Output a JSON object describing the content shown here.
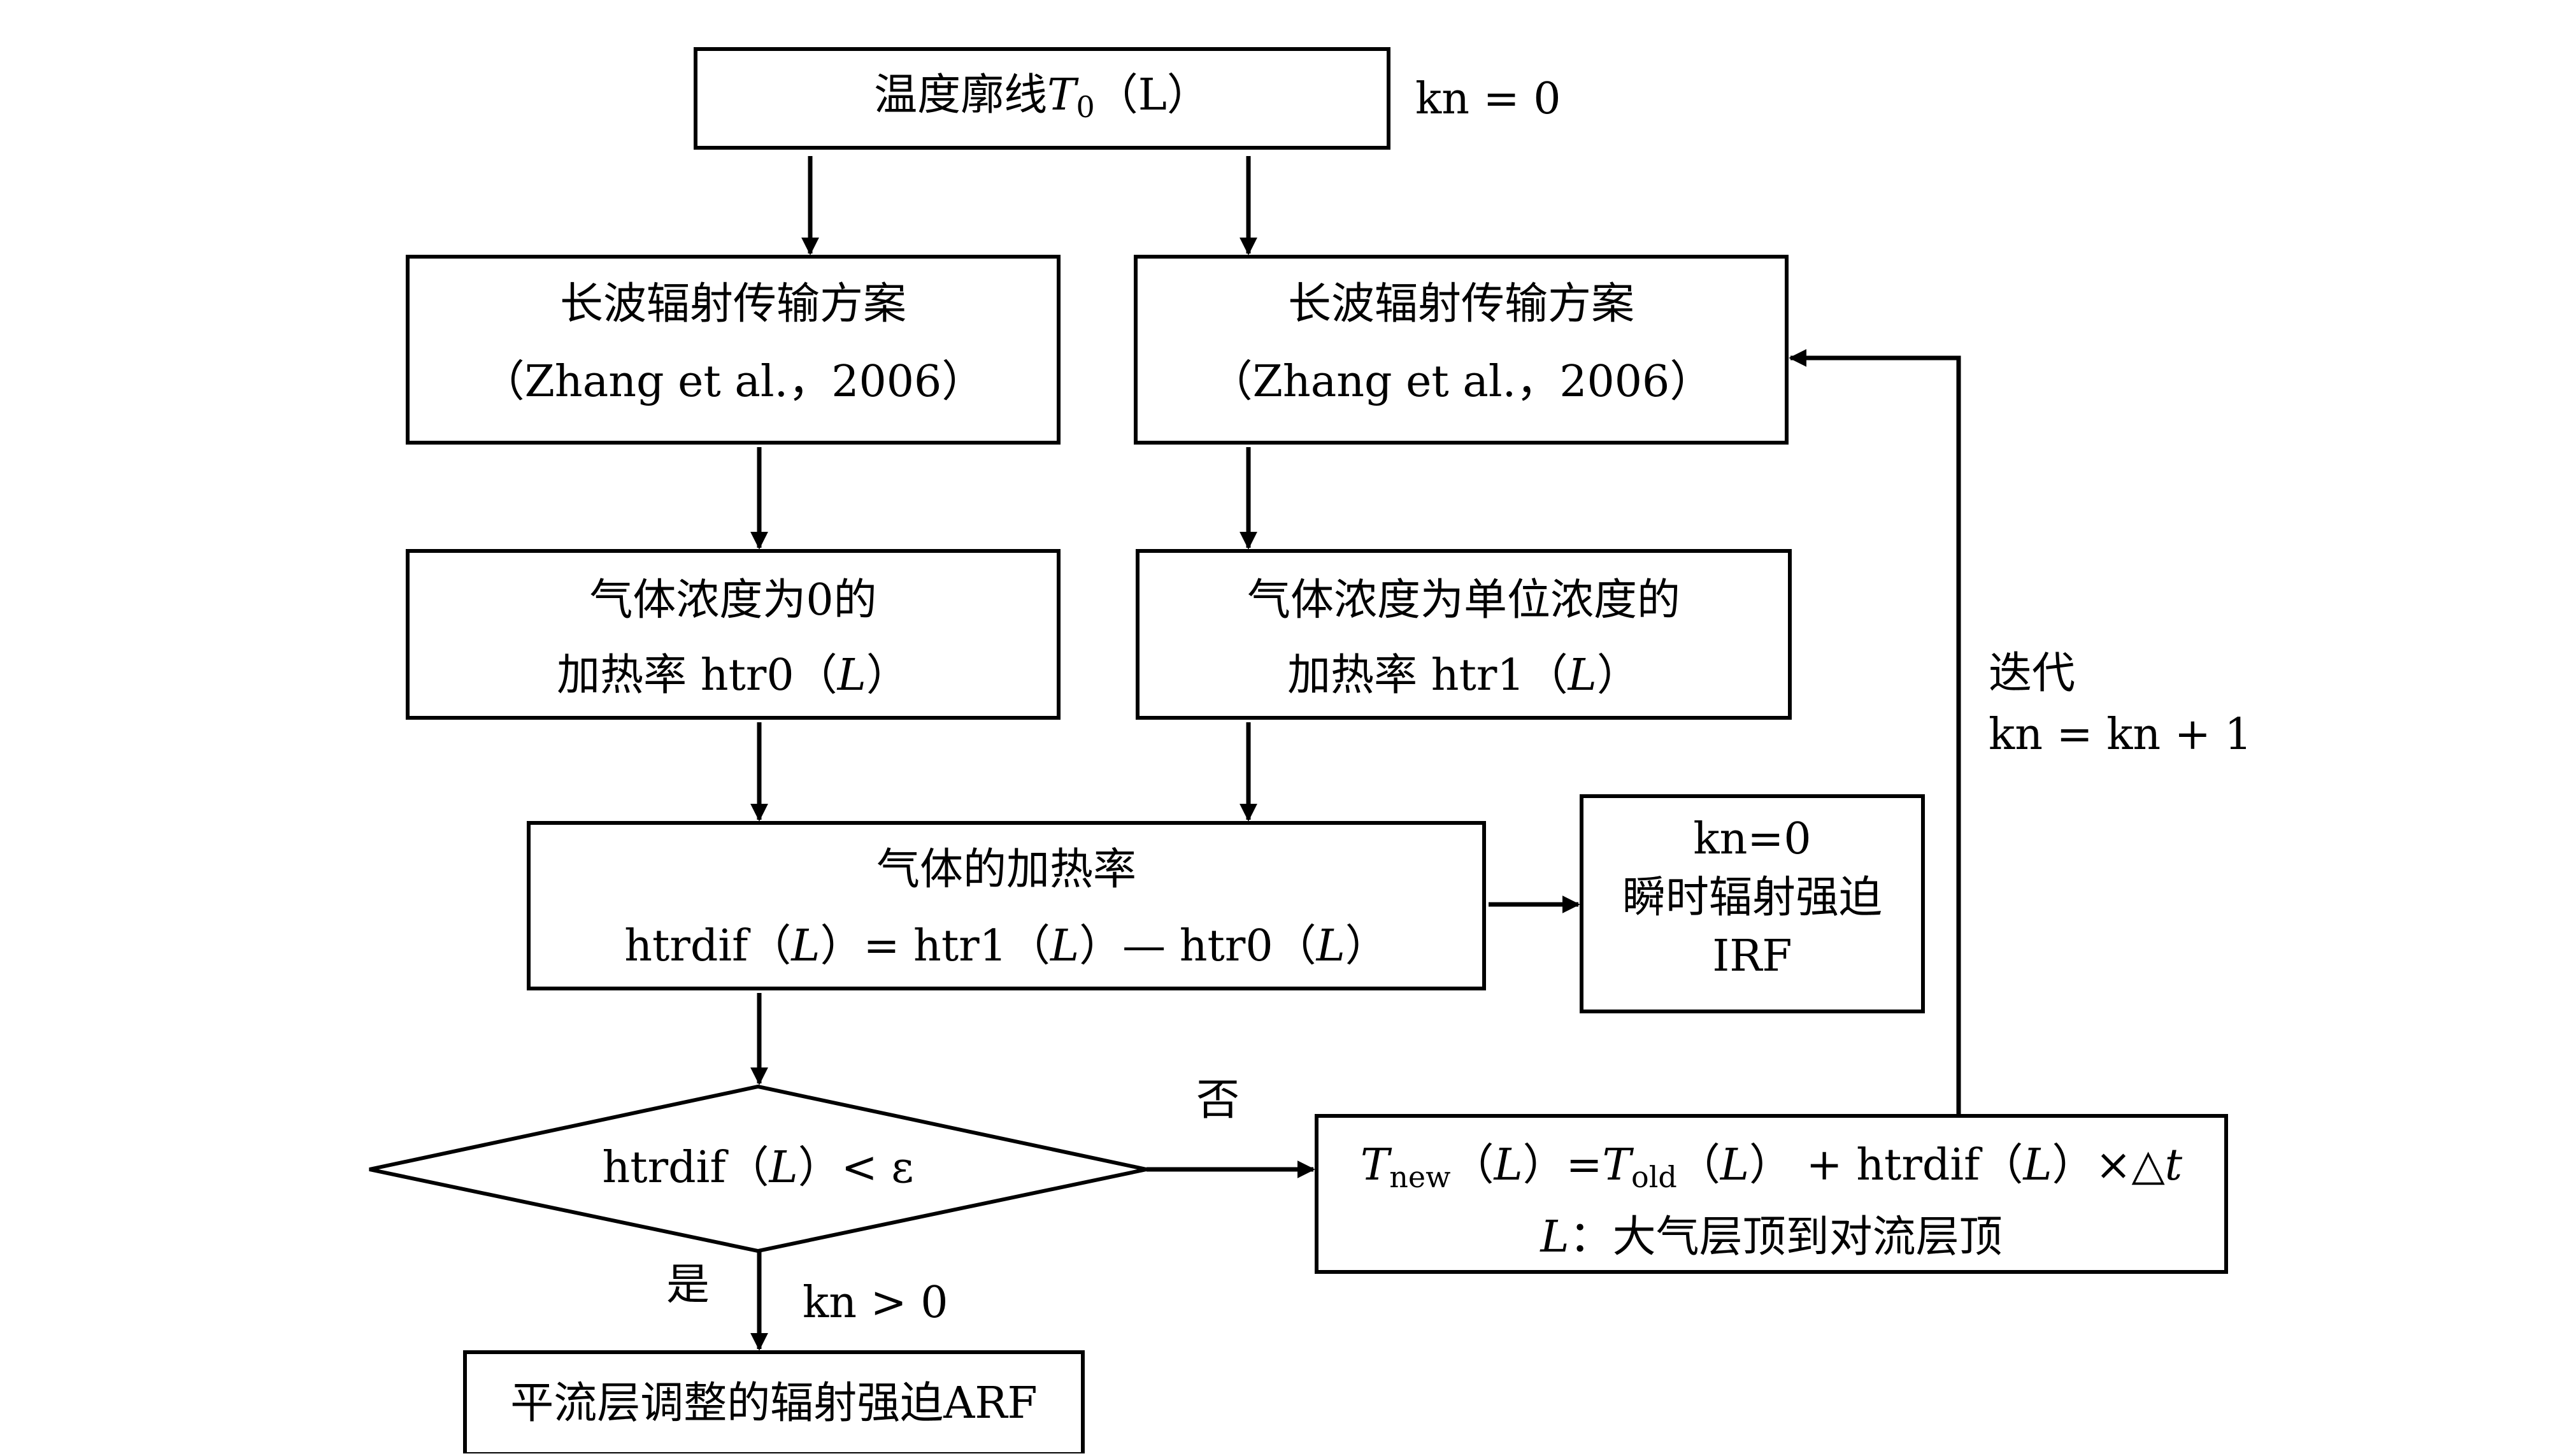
{
  "nodes": {
    "temp_profile": {
      "text": "温度廓线",
      "var": "T",
      "sub": "0",
      "arg": "（L）"
    },
    "kn0_start": "kn = 0",
    "lw_left": {
      "line1": "长波辐射传输方案",
      "line2": "（Zhang et al.，2006）"
    },
    "lw_right": {
      "line1": "长波辐射传输方案",
      "line2": "（Zhang et al.，2006）"
    },
    "heat0": {
      "line1": "气体浓度为0的",
      "line2_a": "加热率  htr0（",
      "line2_L": "L",
      "line2_b": "）"
    },
    "heat1": {
      "line1": "气体浓度为单位浓度的",
      "line2_a": "加热率  htr1（",
      "line2_L": "L",
      "line2_b": "）"
    },
    "gas_heat": {
      "line1": "气体的加热率",
      "p1": "htrdif（",
      "L1": "L",
      "p2": "）= htr1（",
      "L2": "L",
      "p3": "）— htr0（",
      "L3": "L",
      "p4": "）"
    },
    "irf": {
      "line1": "kn=0",
      "line2": "瞬时辐射强迫",
      "line3": "IRF"
    },
    "decision": {
      "p1": "htrdif（",
      "L": "L",
      "p2": "）< ε"
    },
    "no_label": "否",
    "yes_label": "是",
    "kn_gt0": "kn > 0",
    "update": {
      "T1": "T",
      "T1_sub": "new",
      "a1": "（",
      "L1": "L",
      "a2": "）=",
      "T2": "T",
      "T2_sub": "old",
      "a3": "（",
      "L2": "L",
      "a4": "）  +   htrdif（",
      "L3": "L",
      "a5": "）×△",
      "t": "t",
      "line2_L": "L",
      "line2_rest": "：大气层顶到对流层顶"
    },
    "iterate": {
      "line1": "迭代",
      "line2": "kn = kn + 1"
    },
    "arf": "平流层调整的辐射强迫ARF"
  }
}
